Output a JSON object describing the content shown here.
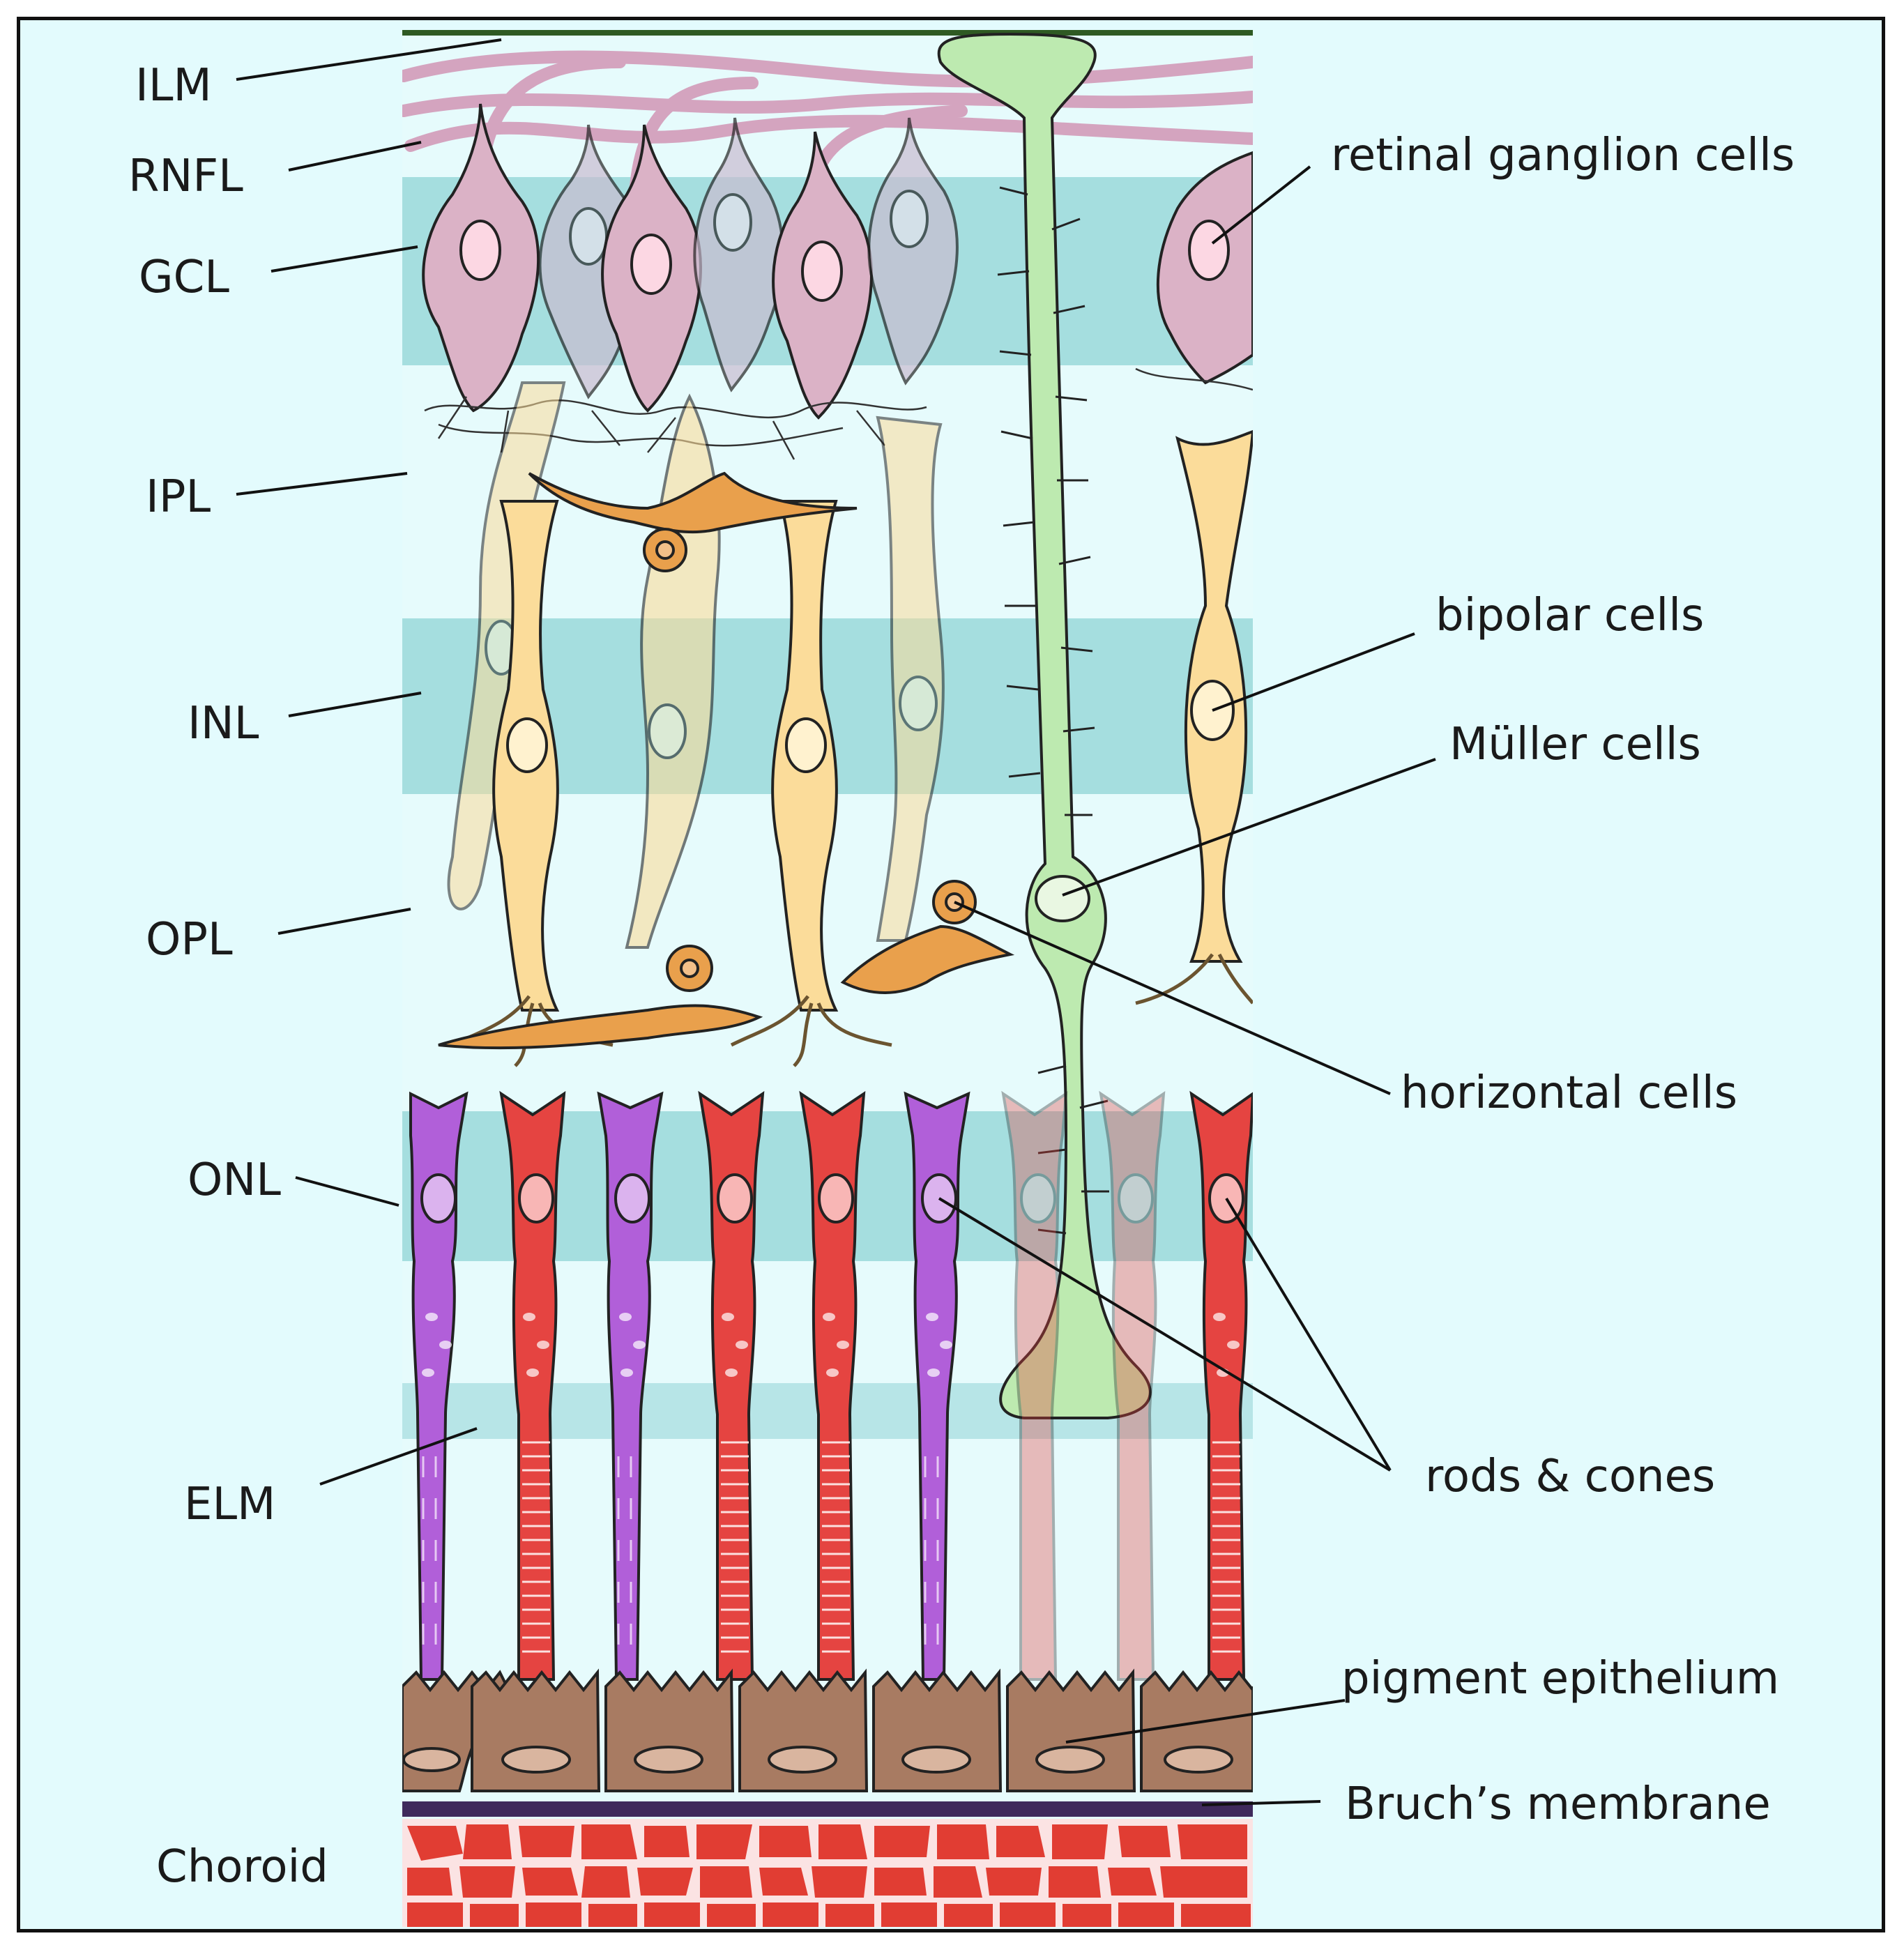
{
  "left_labels": {
    "ilm": "ILM",
    "rnfl": "RNFL",
    "gcl": "GCL",
    "ipl": "IPL",
    "inl": "INL",
    "opl": "OPL",
    "onl": "ONL",
    "elm": "ELM",
    "choroid": "Choroid"
  },
  "right_labels": {
    "ganglion": "retinal ganglion cells",
    "bipolar": "bipolar cells",
    "muller": "Müller cells",
    "horizontal": "horizontal cells",
    "rods_cones": "rods & cones",
    "pigment": "pigment epithelium",
    "bruch": "Bruch’s membrane"
  },
  "colors": {
    "background": "#e3fbfd",
    "band": "#8fd4d6",
    "ganglion": "#d9b3c7",
    "bipolar": "#fbdc9a",
    "muller": "#bdeab0",
    "horizontal": "#e9a04c",
    "rod": "#b15fd9",
    "cone": "#e54441",
    "pigment": "#a87b62",
    "bruch": "#3f2a5c",
    "choroid": "#e13d33"
  }
}
